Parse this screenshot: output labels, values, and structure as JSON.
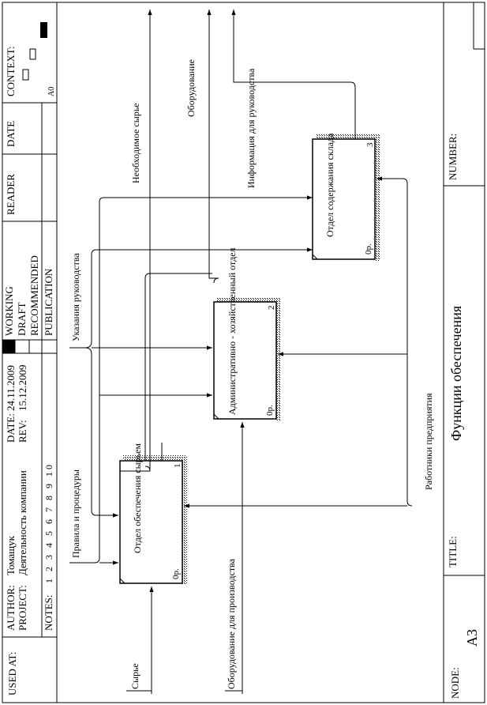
{
  "frame": {
    "used_at": "USED AT:",
    "author_label": "AUTHOR:",
    "author": "Томащук",
    "project_label": "PROJECT:",
    "project": "Деятельность компании",
    "date_label": "DATE:",
    "date": "24.11.2009",
    "rev_label": "REV:",
    "rev": "15.12.2009",
    "notes_label": "NOTES:",
    "notes_numbers": "1 2 3 4 5 6 7 8 9 10",
    "status": [
      "WORKING",
      "DRAFT",
      "RECOMMENDED",
      "PUBLICATION"
    ],
    "reader": "READER",
    "date_col": "DATE",
    "context": "CONTEXT:",
    "context_node": "A0",
    "node_label": "NODE:",
    "node": "A3",
    "title_label": "TITLE:",
    "title": "Функции обеспечения",
    "number_label": "NUMBER:"
  },
  "boxes": [
    {
      "title": "Отдел обеспечения сырьем",
      "number": "1",
      "cost": "0р."
    },
    {
      "title": "Административно - хозяйственный отдел",
      "number": "2",
      "cost": "0р."
    },
    {
      "title": "Отдел содержания склада",
      "number": "3",
      "cost": "0р."
    }
  ],
  "arrows": {
    "syrye": "Сырье",
    "oborud_proizv": "Оборудование для производства",
    "pravila": "Правила и процедуры",
    "ukazaniya": "Указания руководства",
    "rabotniki": "Работники предприятия",
    "neobh_syrye": "Необходимое сырье",
    "oborudovanie": "Оборудование",
    "info": "Информация для руководства"
  }
}
